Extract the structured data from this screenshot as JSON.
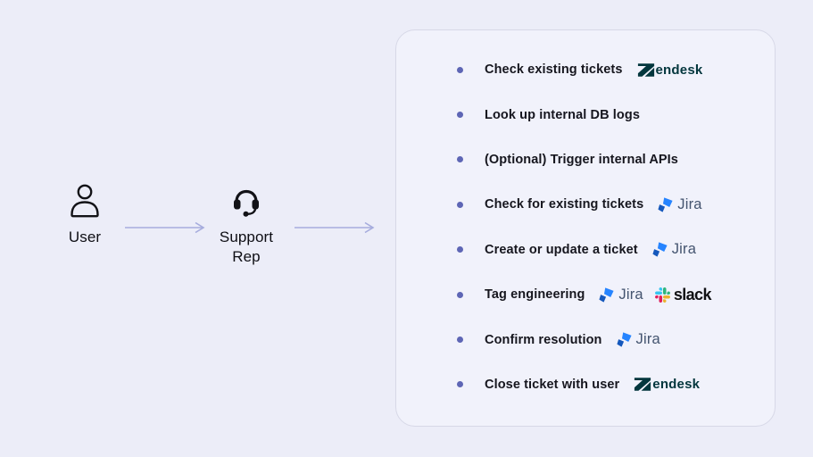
{
  "flow": {
    "user": {
      "label": "User"
    },
    "support_rep": {
      "label": "Support Rep"
    }
  },
  "panel": {
    "items": [
      {
        "text": "Check existing tickets",
        "logos": [
          "zendesk"
        ]
      },
      {
        "text": "Look up internal DB logs",
        "logos": []
      },
      {
        "text": "(Optional) Trigger internal APIs",
        "logos": []
      },
      {
        "text": "Check for existing tickets",
        "logos": [
          "jira"
        ]
      },
      {
        "text": "Create or update a ticket",
        "logos": [
          "jira"
        ]
      },
      {
        "text": "Tag engineering",
        "logos": [
          "jira",
          "slack"
        ]
      },
      {
        "text": "Confirm resolution",
        "logos": [
          "jira"
        ]
      },
      {
        "text": "Close ticket with user",
        "logos": [
          "zendesk"
        ]
      }
    ]
  },
  "logos": {
    "zendesk": {
      "name": "Zendesk",
      "wordmark": "endesk",
      "color": "#03363D"
    },
    "jira": {
      "name": "Jira",
      "wordmark": "Jira",
      "mark_dark": "#1558BC",
      "mark_light": "#2684FF",
      "text_color": "#44546F"
    },
    "slack": {
      "name": "Slack",
      "wordmark": "slack",
      "blue": "#36C5F0",
      "green": "#2EB67D",
      "red": "#E01E5A",
      "yellow": "#ECB22E",
      "text_color": "#101013"
    }
  },
  "colors": {
    "bg": "#ECEDF8",
    "panel_bg": "#F1F2FB",
    "panel_border": "#D7D8E7",
    "bullet": "#5E66B5",
    "arrow": "#A6ACDD",
    "text": "#16161E"
  }
}
